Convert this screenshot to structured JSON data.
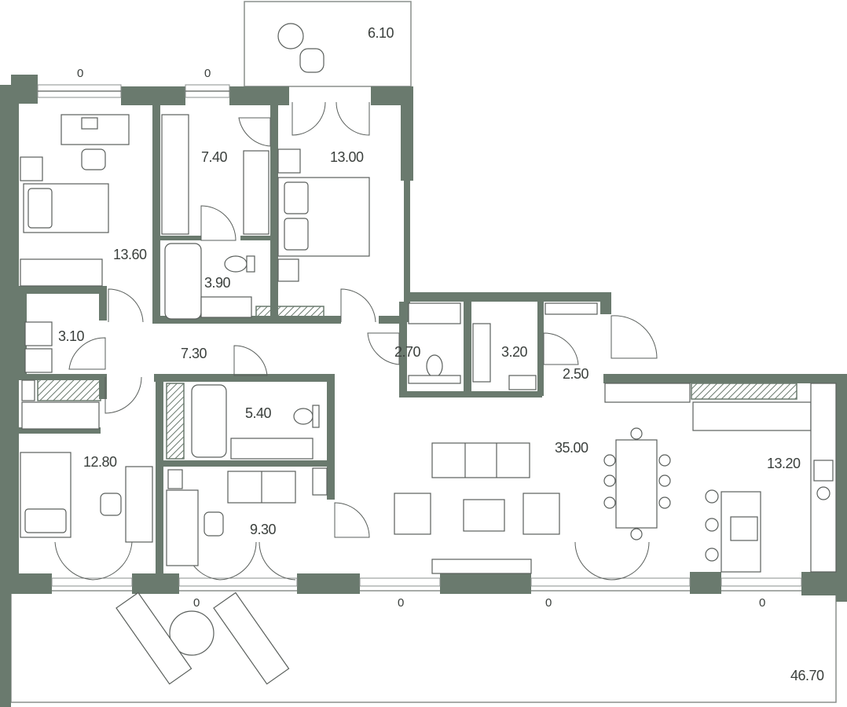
{
  "plan": {
    "areas": {
      "bedroom_left_top": "13.60",
      "wardrobe_top": "7.40",
      "bedroom_master": "13.00",
      "balcony_top": "6.10",
      "bath_top": "3.90",
      "laundry": "3.10",
      "hall": "7.30",
      "wc_small": "2.70",
      "dressing": "3.20",
      "entry": "2.50",
      "bath_mid": "5.40",
      "bedroom_left_bottom": "12.80",
      "study": "9.30",
      "living": "35.00",
      "kitchen": "13.20",
      "terrace": "46.70"
    },
    "window_labels": {
      "w1": "0",
      "w2": "0",
      "w3": "0",
      "w4": "0",
      "w5": "0",
      "w6": "0"
    }
  }
}
